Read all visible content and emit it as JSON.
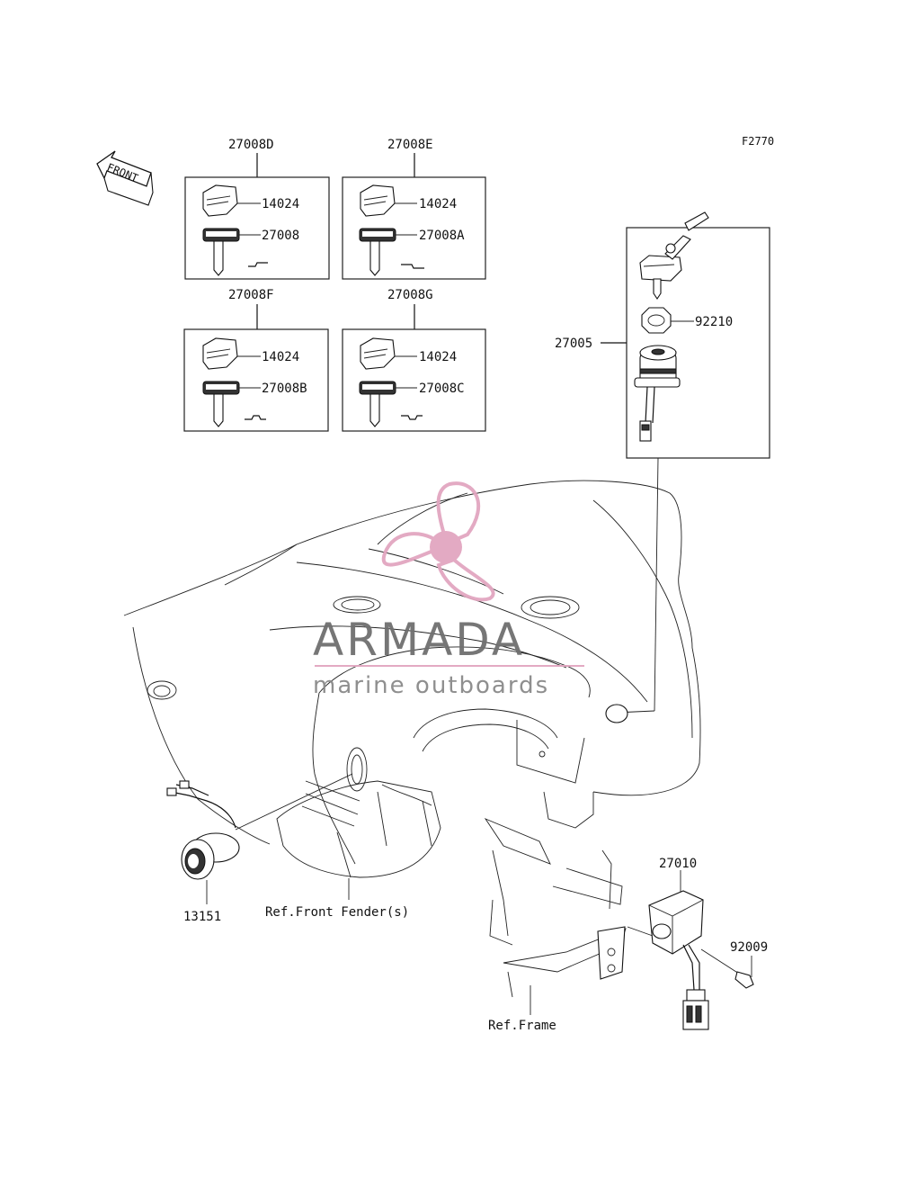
{
  "figure_code": "F2770",
  "front_arrow_label": "FRONT",
  "key_sets": [
    {
      "set": "27008D",
      "cap": "14024",
      "key": "27008"
    },
    {
      "set": "27008E",
      "cap": "14024",
      "key": "27008A"
    },
    {
      "set": "27008F",
      "cap": "14024",
      "key": "27008B"
    },
    {
      "set": "27008G",
      "cap": "14024",
      "key": "27008C"
    }
  ],
  "ignition_assembly": {
    "assembly": "27005",
    "nut": "92210"
  },
  "parts": {
    "indicator": "13151",
    "switch": "27010",
    "bolt": "92009"
  },
  "references": {
    "front_fender": "Ref.Front Fender(s)",
    "frame": "Ref.Frame"
  },
  "watermark": {
    "brand": "ARMADA",
    "tagline": "marine outboards",
    "colors": {
      "propeller": "#e2a6c0",
      "text": "#6f6f6f"
    }
  }
}
